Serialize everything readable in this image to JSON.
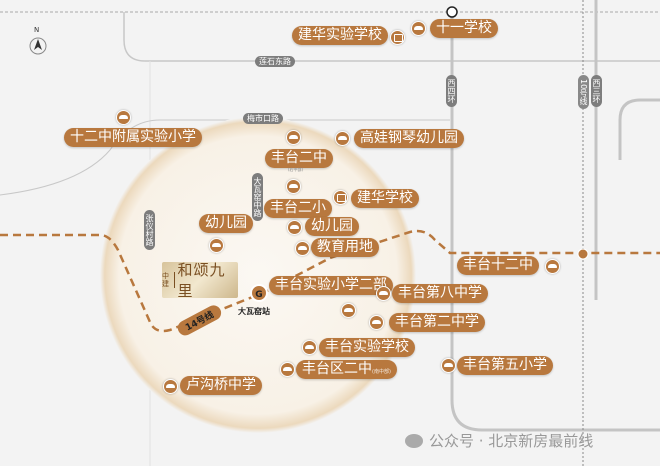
{
  "colors": {
    "accent": "#b8783e",
    "road_tag": "#7d7d7d",
    "metro_line": "#b8783e",
    "background": "#f3f3f3"
  },
  "compass": {
    "label": "N"
  },
  "project": {
    "brand": "中建",
    "name": "和颂九里"
  },
  "roads": {
    "lianshi": "莲石东路",
    "meishikou": "梅市口路",
    "dawayao": "大瓦窑中路",
    "zhangyicun": "张仪村路",
    "xisihuan": "西四环",
    "line10": "10号线",
    "xisanhuan": "西三环"
  },
  "metro": {
    "line_label": "14号线",
    "station": "大瓦窑站"
  },
  "pois": [
    {
      "label": "建华实验学校",
      "icon": "book-icon"
    },
    {
      "label": "十一学校",
      "icon": "graduation-cap-icon"
    },
    {
      "label": "十二中附属实验小学",
      "icon": "graduation-cap-icon"
    },
    {
      "label": "高娃钢琴幼儿园",
      "icon": "graduation-cap-icon"
    },
    {
      "label": "丰台二中",
      "icon": "graduation-cap-icon",
      "note": "(右中部)"
    },
    {
      "label": "丰台二小",
      "icon": "graduation-cap-icon"
    },
    {
      "label": "建华学校",
      "icon": "book-icon"
    },
    {
      "label": "幼儿园",
      "icon": "graduation-cap-icon"
    },
    {
      "label": "幼儿园",
      "icon": "graduation-cap-icon"
    },
    {
      "label": "教育用地",
      "icon": "graduation-cap-icon"
    },
    {
      "label": "丰台实验小学二部",
      "icon": "graduation-cap-icon"
    },
    {
      "label": "丰台第八中学",
      "icon": "graduation-cap-icon"
    },
    {
      "label": "丰台第二中学",
      "icon": "graduation-cap-icon"
    },
    {
      "label": "丰台实验学校",
      "icon": "graduation-cap-icon"
    },
    {
      "label": "丰台区二中",
      "icon": "graduation-cap-icon",
      "note": "(南中部)"
    },
    {
      "label": "卢沟桥中学",
      "icon": "graduation-cap-icon"
    },
    {
      "label": "丰台十二中",
      "icon": "graduation-cap-icon"
    },
    {
      "label": "丰台第五小学",
      "icon": "graduation-cap-icon"
    }
  ],
  "watermark": "公众号 · 北京新房最前线"
}
